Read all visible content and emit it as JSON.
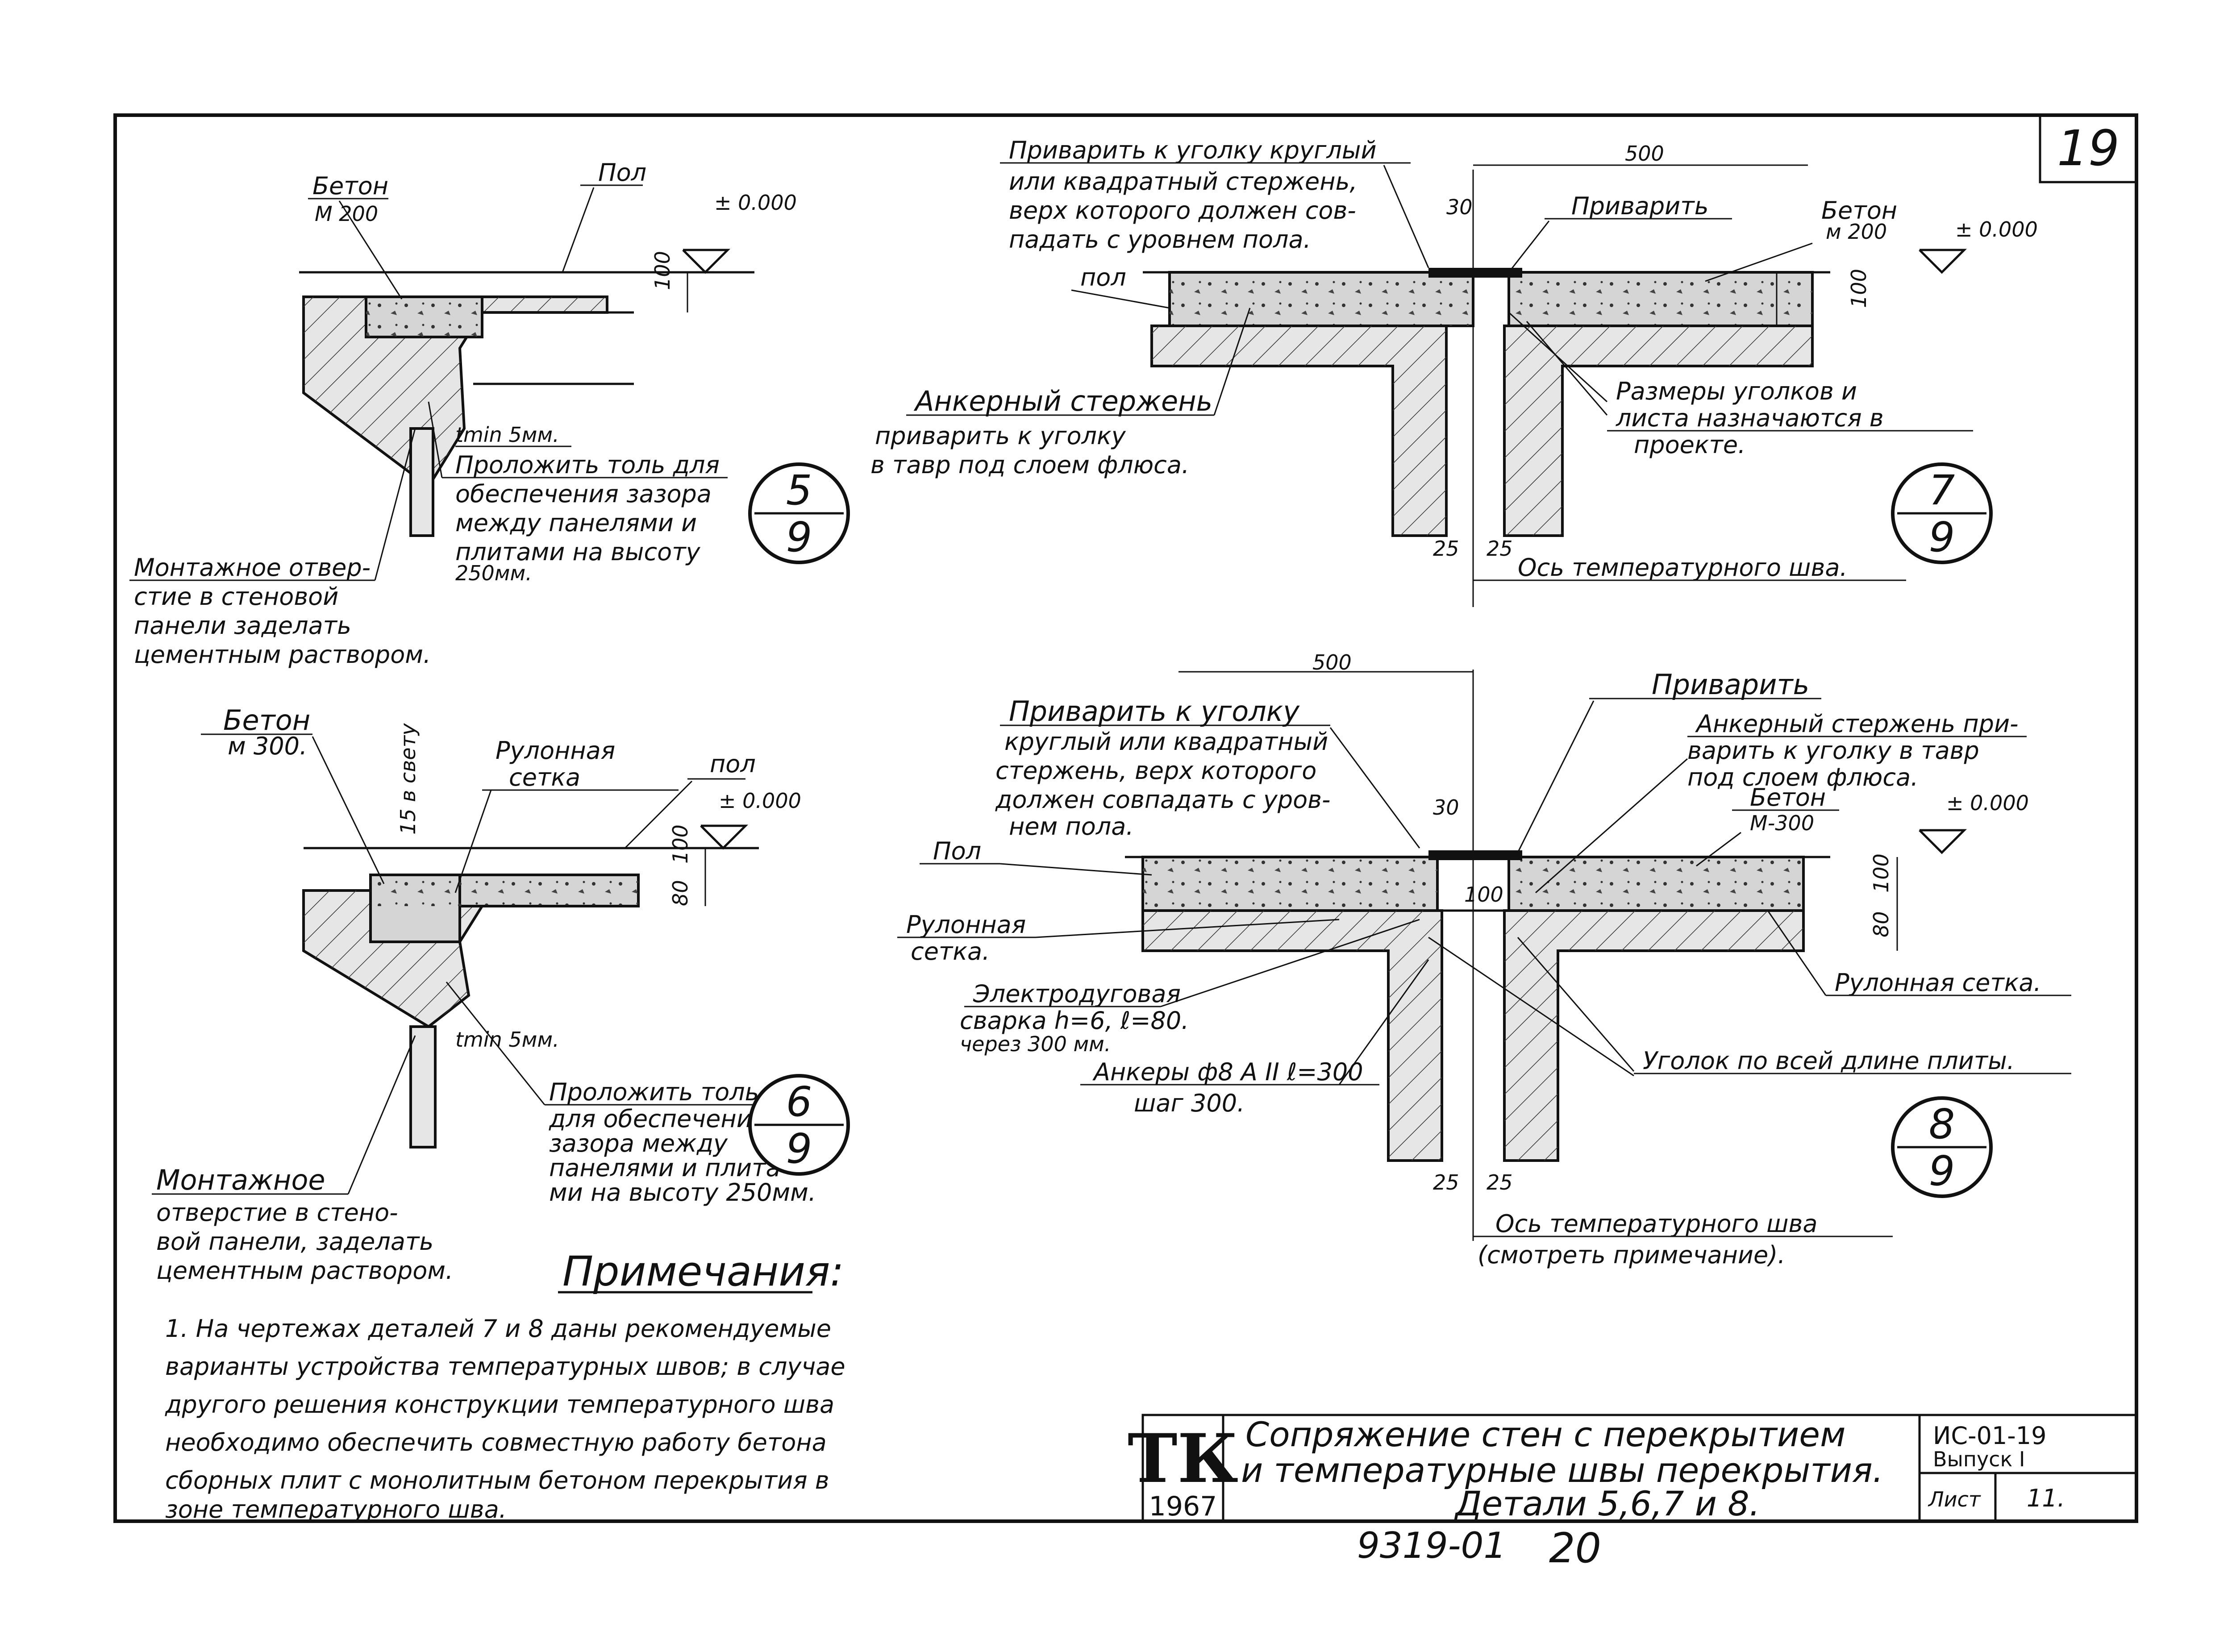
{
  "sheet": {
    "sheet_number": "19",
    "stamp": {
      "logo": "ТК",
      "year": "1967"
    },
    "title_lines": [
      "Сопряжение стен с перекрытием",
      "и температурные швы перекрытия.",
      "Детали 5,6,7 и 8."
    ],
    "code": "ИС-01-19",
    "issue": "Выпуск I",
    "list_label": "Лист",
    "list_value": "11.",
    "archive_number": "9319-01",
    "archive_page": "20"
  },
  "detail5": {
    "marker": {
      "top": "5",
      "bottom": "9"
    },
    "labels": {
      "concrete": "Бетон",
      "concrete_grade": "М 200",
      "floor": "Пол",
      "level": "± 0.000",
      "dim_100": "100",
      "tmin": "tmin 5мм.",
      "note_lines": [
        "Проложить толь для",
        "обеспечения зазора",
        "между панелями и",
        "плитами на высоту",
        "250мм."
      ],
      "opening_lines": [
        "Монтажное отвер-",
        "стие в стеновой",
        "панели заделать",
        "цементным раствором."
      ]
    }
  },
  "detail6": {
    "marker": {
      "top": "6",
      "bottom": "9"
    },
    "labels": {
      "concrete": "Бетон",
      "concrete_grade": "м 300.",
      "clear": "15 в свету",
      "mesh_lines": [
        "Рулонная",
        "сетка"
      ],
      "floor": "пол",
      "level": "± 0.000",
      "dim_100": "100",
      "dim_80": "80",
      "tmin": "tmin 5мм.",
      "note_lines": [
        "Проложить толь",
        "для обеспечения",
        "зазора между",
        "панелями и плита-",
        "ми на высоту 250мм."
      ],
      "opening_lines": [
        "Монтажное",
        "отверстие в стено-",
        "вой панели, заделать",
        "цементным раствором."
      ]
    }
  },
  "detail7": {
    "marker": {
      "top": "7",
      "bottom": "9"
    },
    "labels": {
      "weld_rod_lines": [
        "Приварить к уголку круглый",
        "или квадратный стержень,",
        "верх которого должен сов-",
        "падать с уровнем пола."
      ],
      "dim_500": "500",
      "dim_30": "30",
      "weld": "Приварить",
      "concrete": "Бетон",
      "concrete_grade": "м 200",
      "level": "± 0.000",
      "dim_100": "100",
      "floor": "пол",
      "anchor_lines": [
        "Анкерный стержень",
        "приварить к уголку",
        "в тавр под слоем флюса."
      ],
      "sizes_lines": [
        "Размеры уголков и",
        "листа назначаются в",
        "проекте."
      ],
      "dim_25a": "25",
      "dim_25b": "25",
      "axis": "Ось температурного шва."
    }
  },
  "detail8": {
    "marker": {
      "top": "8",
      "bottom": "9"
    },
    "labels": {
      "dim_500": "500",
      "weld_rod_lines": [
        "Приварить к уголку",
        "круглый или квадратный",
        "стержень, верх которого",
        "должен совпадать с уров-",
        "нем пола."
      ],
      "dim_30": "30",
      "weld": "Приварить",
      "anchor_lines": [
        "Анкерный стержень при-",
        "варить к уголку в тавр",
        "под слоем флюса."
      ],
      "concrete": "Бетон",
      "concrete_grade": "М-300",
      "level": "± 0.000",
      "floor": "Пол",
      "dim_100a": "100",
      "dim_100b": "100",
      "dim_80": "80",
      "mesh_left_lines": [
        "Рулонная",
        "сетка."
      ],
      "mesh_right": "Рулонная сетка.",
      "arc_lines": [
        "Электродуговая",
        "сварка h=6, ℓ=80.",
        "через 300 мм."
      ],
      "anchors_lines": [
        "Анкеры ф8 А II ℓ=300",
        "шаг 300."
      ],
      "angle": "Уголок по всей длине плиты.",
      "dim_25a": "25",
      "dim_25b": "25",
      "axis_lines": [
        "Ось температурного шва",
        "(смотреть примечание)."
      ]
    }
  },
  "notes": {
    "heading": "Примечания:",
    "lines": [
      "1. На чертежах деталей 7 и 8 даны рекомендуемые",
      "варианты устройства температурных швов; в случае",
      "другого решения конструкции температурного шва",
      "необходимо обеспечить совместную работу бетона",
      "сборных плит с монолитным бетоном перекрытия в",
      "зоне температурного шва."
    ]
  }
}
